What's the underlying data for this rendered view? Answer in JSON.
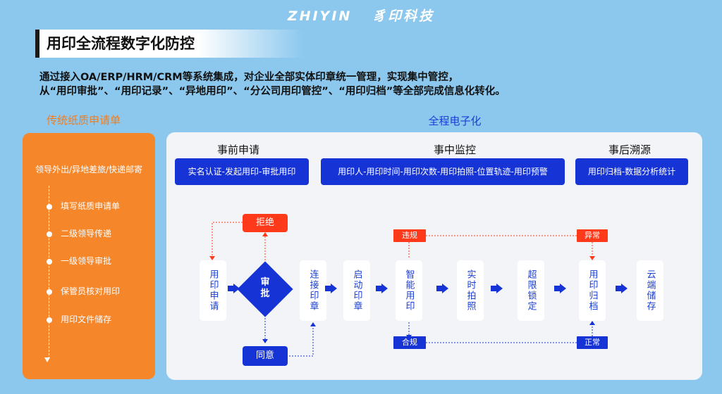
{
  "brand": {
    "en": "ZHIYIN",
    "cn": "豸印科技"
  },
  "title": "用印全流程数字化防控",
  "description": [
    "通过接入OA/ERP/HRM/CRM等系统集成，对企业全部实体印章统一管理，实现集中管控，",
    "从“用印审批”、“用印记录”、“异地用印”、“分公司用印管控”、“用印归档”等全部完成信息化转化。"
  ],
  "traditional": {
    "heading": "传统纸质申请单",
    "top_label": "领导外出/异地差旅/快递邮寄",
    "steps": [
      "填写纸质申请单",
      "二级领导传递",
      "一级领导审批",
      "保管员核对用印",
      "用印文件储存"
    ]
  },
  "digital": {
    "heading": "全程电子化",
    "phases": [
      {
        "title": "事前申请",
        "detail": "实名认证-发起用印-审批用印"
      },
      {
        "title": "事中监控",
        "detail": "用印人-用印时间-用印次数-用印拍照-位置轨迹-用印预警"
      },
      {
        "title": "事后溯源",
        "detail": "用印归档-数据分析统计"
      }
    ],
    "flow": {
      "apply": "用印申请",
      "approve": "审批",
      "reject": "拒绝",
      "agree": "同意",
      "steps": [
        "连接印章",
        "启动印章",
        "智能用印",
        "实时拍照",
        "超限锁定",
        "用印归档",
        "云端储存"
      ],
      "violation": "违规",
      "compliant": "合规",
      "abnormal": "异常",
      "normal": "正常"
    }
  },
  "colors": {
    "background": "#8cc8ee",
    "orange": "#f5862a",
    "blue": "#1633d6",
    "red": "#ff3a1a"
  }
}
